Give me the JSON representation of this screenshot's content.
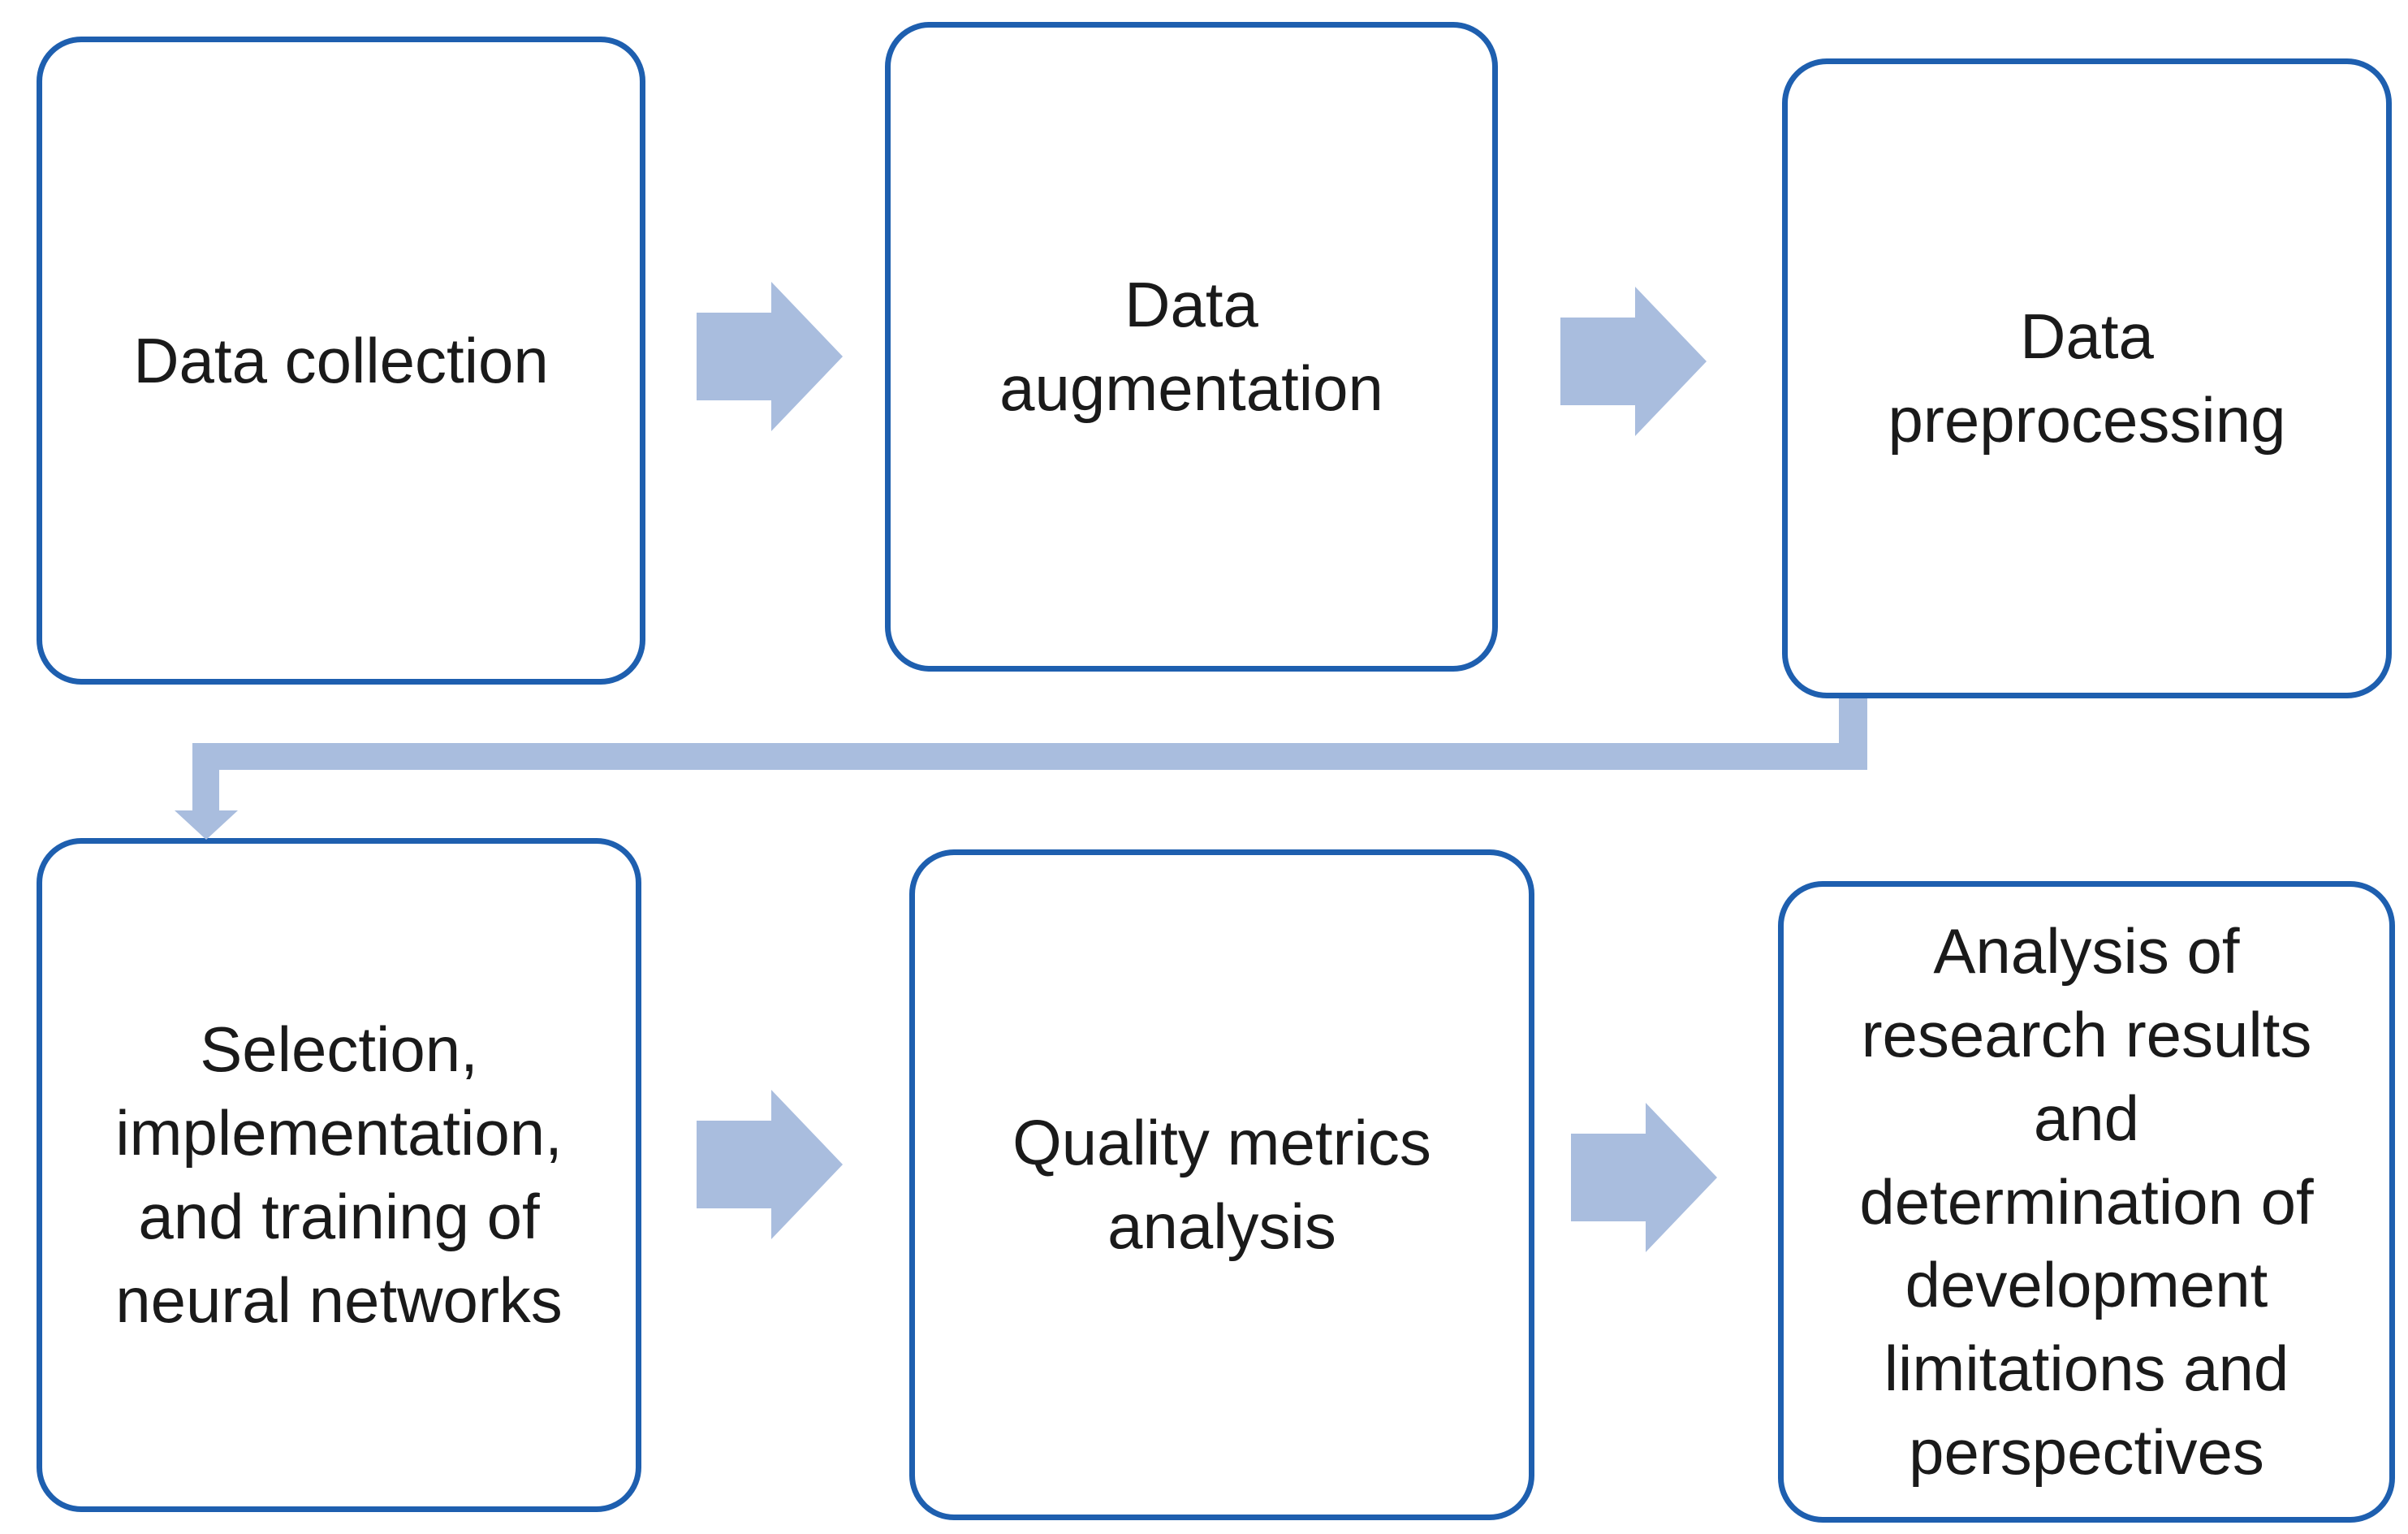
{
  "diagram": {
    "type": "flowchart",
    "nodes": [
      {
        "id": "data-collection",
        "label": "Data collection"
      },
      {
        "id": "data-augmentation",
        "label": "Data\naugmentation"
      },
      {
        "id": "data-preprocessing",
        "label": "Data\npreprocessing"
      },
      {
        "id": "nn-selection",
        "label": "Selection,\nimplementation,\nand training of\nneural networks"
      },
      {
        "id": "quality-metrics",
        "label": "Quality metrics\nanalysis"
      },
      {
        "id": "results-analysis",
        "label": "Analysis of\nresearch results\nand\ndetermination of\ndevelopment\nlimitations and\nperspectives"
      }
    ],
    "edges": [
      {
        "from": "data-collection",
        "to": "data-augmentation",
        "type": "block-arrow-right"
      },
      {
        "from": "data-augmentation",
        "to": "data-preprocessing",
        "type": "block-arrow-right"
      },
      {
        "from": "data-preprocessing",
        "to": "nn-selection",
        "type": "elbow-connector-down-left"
      },
      {
        "from": "nn-selection",
        "to": "quality-metrics",
        "type": "block-arrow-right"
      },
      {
        "from": "quality-metrics",
        "to": "results-analysis",
        "type": "block-arrow-right"
      }
    ]
  },
  "colors": {
    "node_border": "#1e5faf",
    "node_fill": "#ffffff",
    "arrow_fill": "#a9bdde",
    "text": "#1a1a1a",
    "background": "#ffffff"
  }
}
